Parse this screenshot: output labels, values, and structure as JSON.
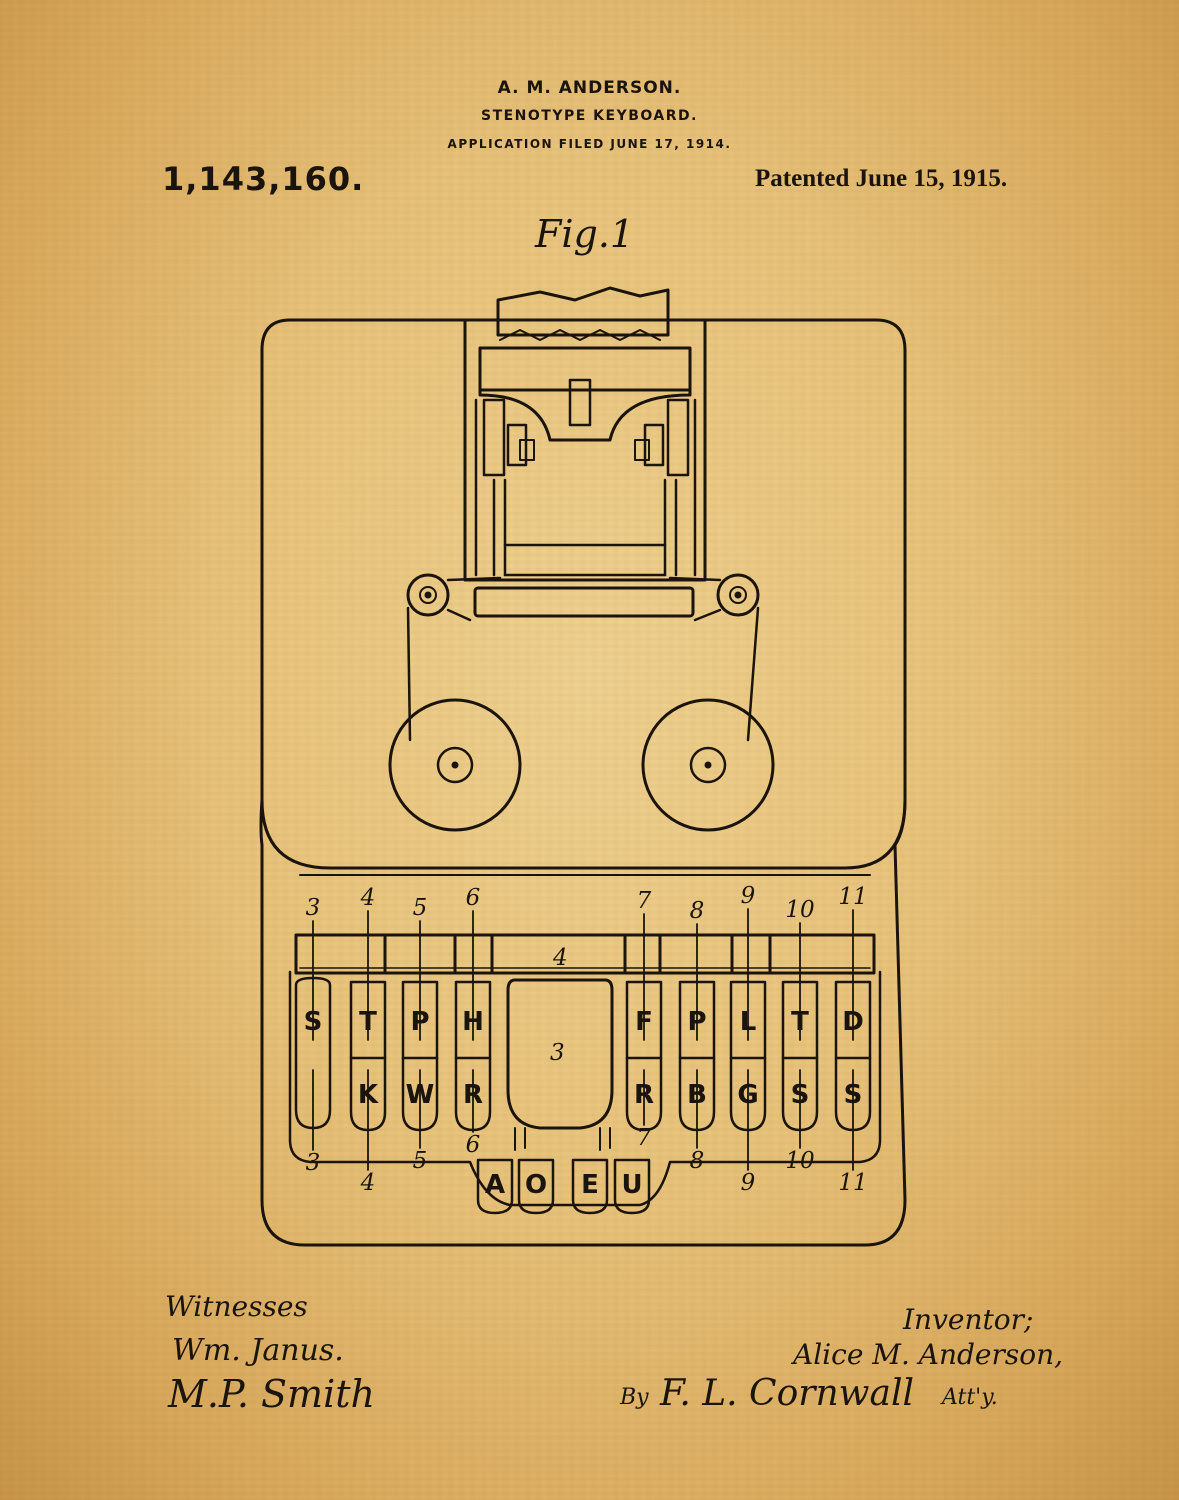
{
  "header": {
    "inventor_name": "A. M. ANDERSON.",
    "title": "STENOTYPE KEYBOARD.",
    "filed": "APPLICATION FILED JUNE 17, 1914.",
    "patent_number": "1,143,160.",
    "patented_date": "Patented June 15, 1915."
  },
  "figure_label": "Fig.1",
  "keyboard": {
    "bar_label": "4",
    "center_key_label": "3",
    "left_top_keys": [
      "S",
      "T",
      "P",
      "H"
    ],
    "left_bottom_keys": [
      "K",
      "W",
      "R"
    ],
    "right_top_keys": [
      "F",
      "P",
      "L",
      "T",
      "D"
    ],
    "right_bottom_keys": [
      "R",
      "B",
      "G",
      "S",
      "S"
    ],
    "vowel_keys": [
      "A",
      "O",
      "E",
      "U"
    ],
    "top_numbers": [
      "3",
      "4",
      "5",
      "6",
      "7",
      "8",
      "9",
      "10",
      "11"
    ],
    "bottom_numbers": [
      "3",
      "4",
      "5",
      "6",
      "7",
      "8",
      "9",
      "10",
      "11"
    ]
  },
  "signatures": {
    "witnesses_label": "Witnesses",
    "witness_1": "Wm. Janus.",
    "witness_2": "M.P. Smith",
    "inventor_label": "Inventor;",
    "inventor_full_name": "Alice M. Anderson,",
    "by_label": "By",
    "attorney_signature": "F. L. Cornwall",
    "atty_label": "Att'y."
  }
}
